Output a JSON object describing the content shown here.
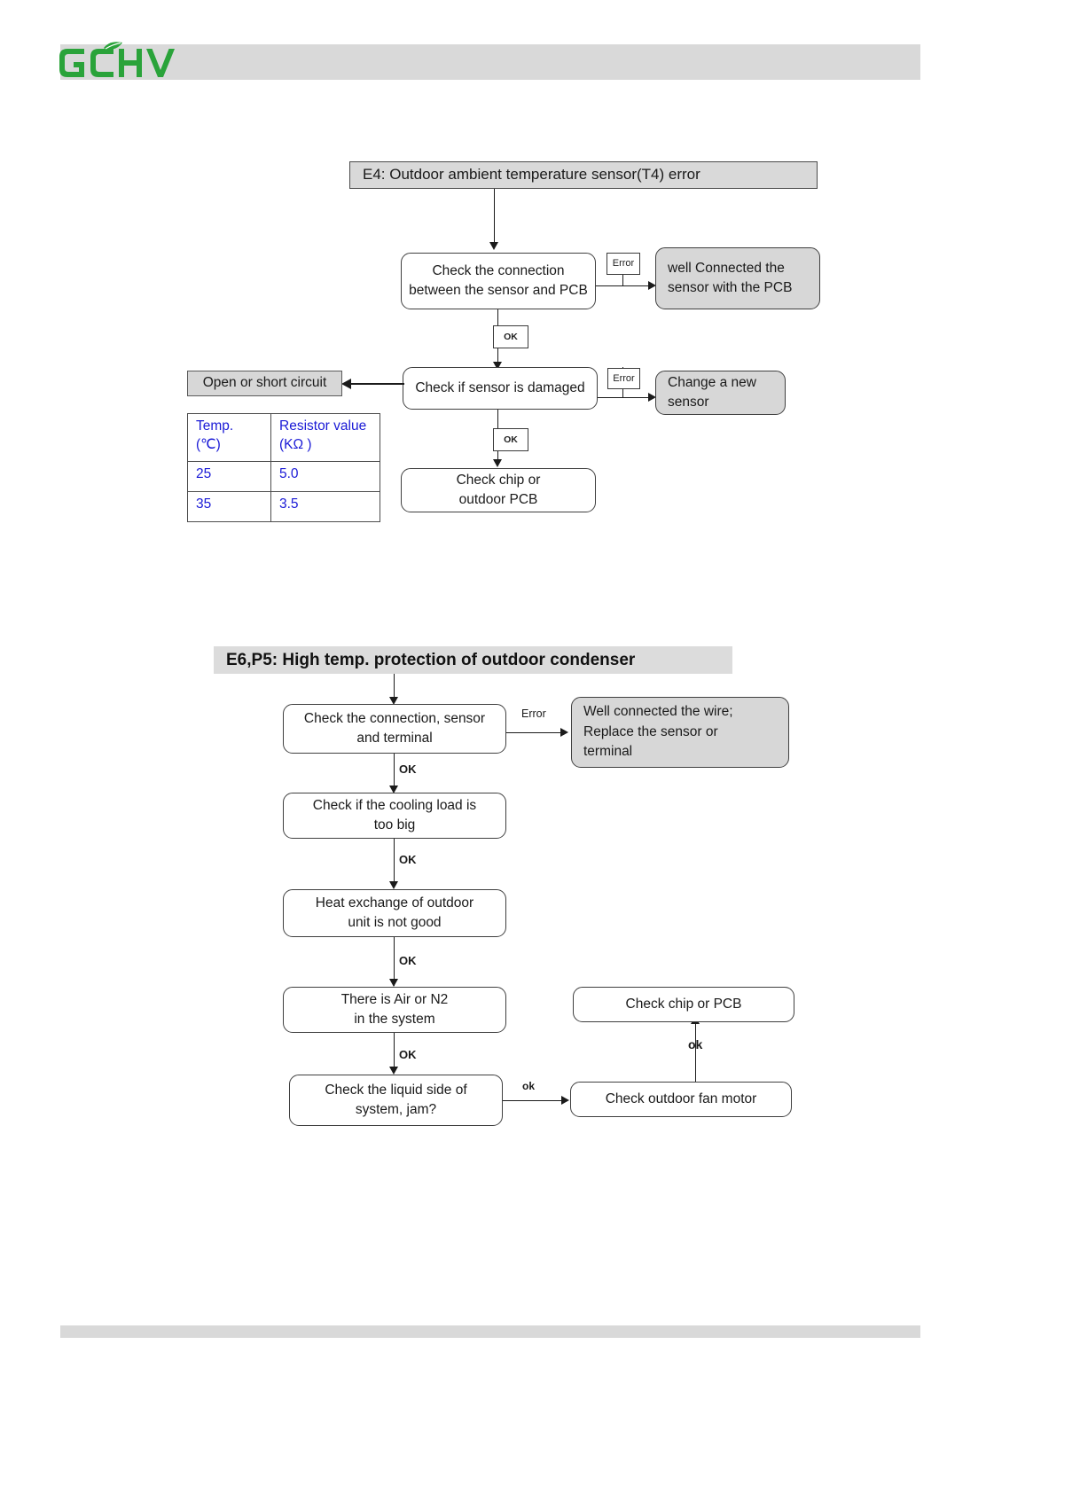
{
  "header": {
    "logo_text": "GCHV",
    "logo_color": "#2aa33a",
    "band_color": "#d9d9d9"
  },
  "footer": {
    "band_color": "#d9d9d9"
  },
  "flowchart_e4": {
    "title": "E4: Outdoor ambient temperature sensor(T4) error",
    "nodes": {
      "check_connection": "Check the connection\nbetween the sensor and PCB",
      "well_connected": "well Connected  the\nsensor  with the  PCB",
      "check_sensor_damaged": "Check if sensor is damaged",
      "change_new_sensor": "Change  a new\nsensor",
      "open_short_circuit": "Open or short circuit",
      "check_chip_pcb": "Check chip or\noutdoor PCB"
    },
    "edge_labels": {
      "error_1": "Error",
      "ok_1": "OK",
      "error_2": "Error",
      "ok_2": "OK"
    },
    "table": {
      "headers": [
        "Temp.\n(℃)",
        "Resistor value\n(KΩ )"
      ],
      "header_col1_line1": "Temp.",
      "header_col1_line2": "(℃)",
      "header_col2_line1": "Resistor value",
      "header_col2_line2": "(KΩ )",
      "rows": [
        {
          "temp": "25",
          "resistor": "5.0"
        },
        {
          "temp": "35",
          "resistor": "3.5"
        }
      ],
      "text_color": "#1a1ad6"
    }
  },
  "flowchart_e6p5": {
    "title": "E6,P5: High temp. protection of outdoor condenser",
    "nodes": {
      "check_connection": "Check the connection, sensor\nand terminal",
      "well_connected_wire": "Well connected the wire;\nReplace the sensor or\nterminal",
      "check_cooling_load": "Check if the cooling load is\ntoo big",
      "heat_exchange": "Heat exchange of outdoor\nunit is not good",
      "air_or_n2": "There is Air or N2\nin the system",
      "check_liquid_side": "Check the liquid side of\nsystem, jam?",
      "check_outdoor_fan": "Check outdoor fan motor",
      "check_chip_pcb": "Check chip or PCB"
    },
    "edge_labels": {
      "error_1": "Error",
      "ok_1": "OK",
      "ok_2": "OK",
      "ok_3": "OK",
      "ok_4": "OK",
      "ok_5": "ok",
      "ok_6": "ok"
    }
  }
}
